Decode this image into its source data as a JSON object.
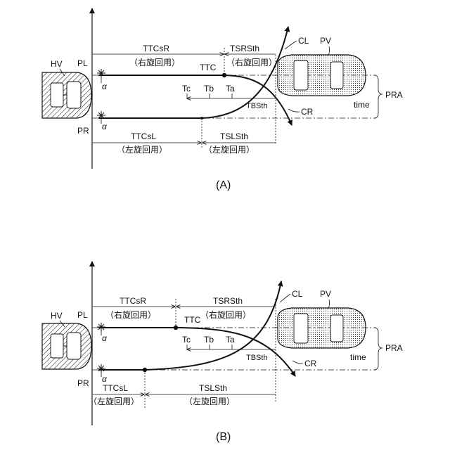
{
  "panel_a": {
    "caption": "(A)",
    "hv": "HV",
    "pv": "PV",
    "pl": "PL",
    "pr": "PR",
    "cl": "CL",
    "cr": "CR",
    "ttc": "TTC",
    "ttcsr": "TTCsR",
    "ttcsr_note": "（右旋回用）",
    "tsrsth": "TSRSth",
    "tsrsth_note": "（右旋回用）",
    "ttcsl": "TTCsL",
    "ttcsl_note": "（左旋回用）",
    "tslsth": "TSLSth",
    "tslsth_note": "（左旋回用）",
    "tbsth": "TBSth",
    "tc": "Tc",
    "tb": "Tb",
    "ta": "Ta",
    "time": "time",
    "pra": "PRA",
    "alpha": "α"
  },
  "panel_b": {
    "caption": "(B)",
    "hv": "HV",
    "pv": "PV",
    "pl": "PL",
    "pr": "PR",
    "cl": "CL",
    "cr": "CR",
    "ttc": "TTC",
    "ttcsr": "TTCsR",
    "ttcsr_note": "（右旋回用）",
    "tsrsth": "TSRSth",
    "tsrsth_note": "（右旋回用）",
    "ttcsl": "TTCsL",
    "ttcsl_note": "（左旋回用）",
    "tslsth": "TSLSth",
    "tslsth_note": "（左旋回用）",
    "tbsth": "TBSth",
    "tc": "Tc",
    "tb": "Tb",
    "ta": "Ta",
    "time": "time",
    "pra": "PRA",
    "alpha": "α"
  }
}
